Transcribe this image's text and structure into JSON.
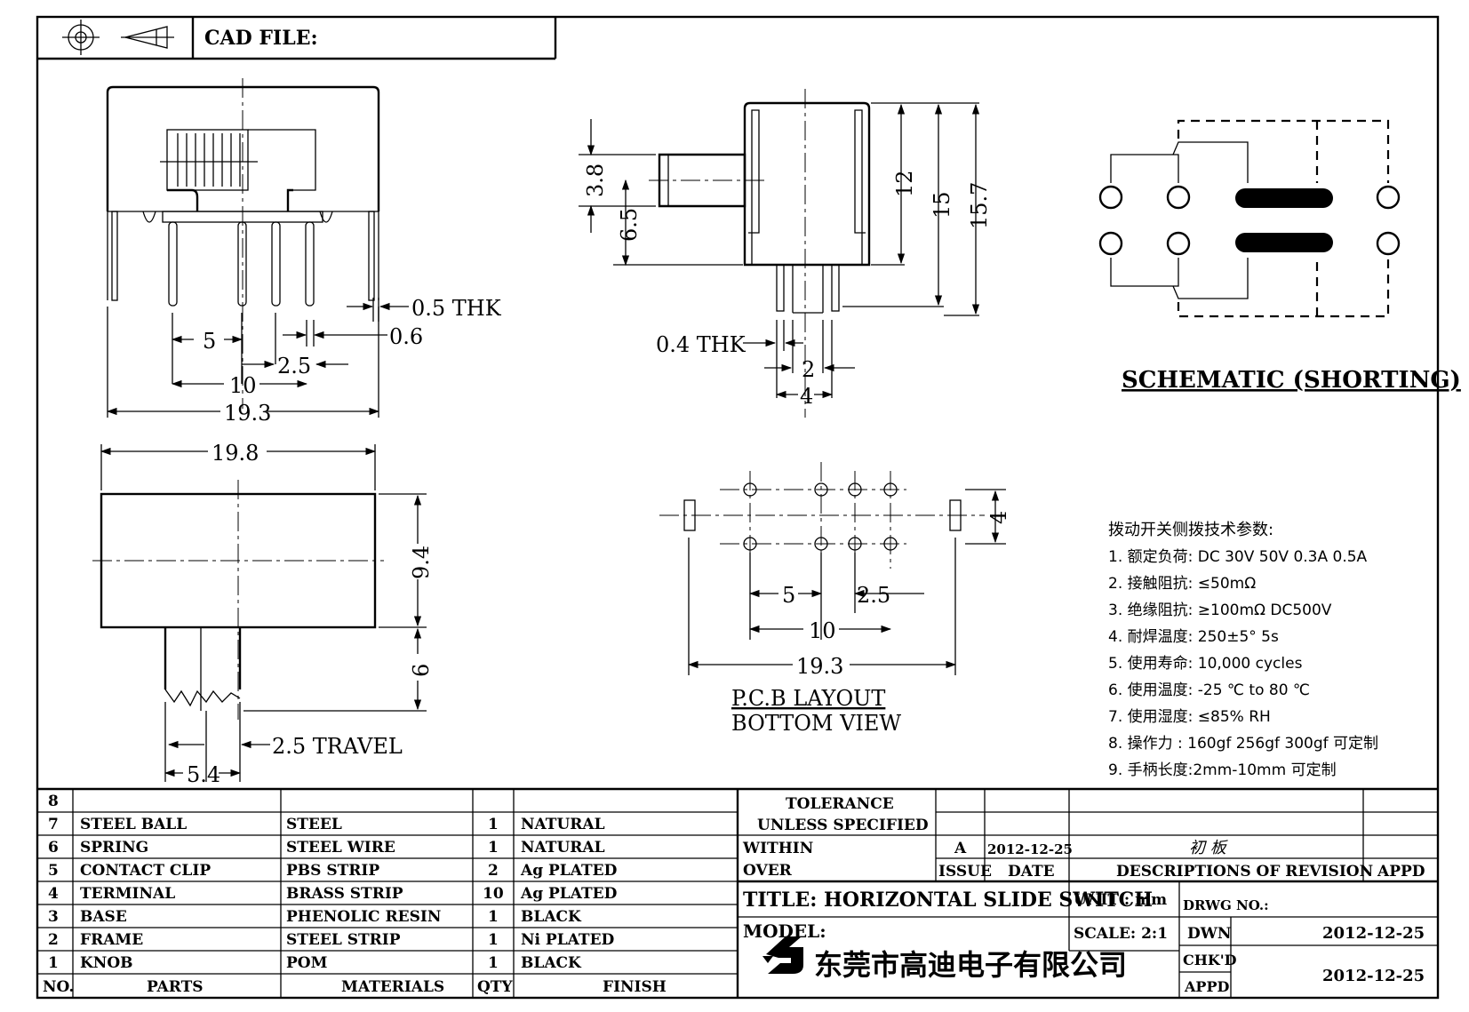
{
  "title_block": {
    "cad_file_label": "CAD FILE:",
    "tolerance_line1": "TOLERANCE",
    "tolerance_line2": "UNLESS  SPECIFIED",
    "within_label": "WITHIN",
    "over_label": "OVER",
    "issue_value": "A",
    "issue_date": "2012-12-25",
    "revision_desc": "初  板",
    "issue_label": "ISSUE",
    "date_label": "DATE",
    "desc_of_revision_label": "DESCRIPTIONS  OF  REVISION",
    "appd_label": "APPD",
    "title": "TITLE:  HORIZONTAL  SLIDE  SWITCH",
    "unit": "UNIT : mm",
    "drwg_no_label": "DRWG  NO.:",
    "model_label": "MODEL:",
    "scale": "SCALE:  2:1",
    "dwn_label": "DWN",
    "dwn_date": "2012-12-25",
    "chkd_label": "CHK'D",
    "appd_row_label": "APPD",
    "chkd_date": "2012-12-25",
    "company": "东莞市高迪电子有限公司"
  },
  "parts_table": {
    "headers": {
      "no": "NO.",
      "parts": "PARTS",
      "materials": "MATERIALS",
      "qty": "QTY",
      "finish": "FINISH"
    },
    "rows": [
      {
        "no": "8",
        "part": "",
        "material": "",
        "qty": "",
        "finish": ""
      },
      {
        "no": "7",
        "part": "STEEL  BALL",
        "material": "STEEL",
        "qty": "1",
        "finish": "NATURAL"
      },
      {
        "no": "6",
        "part": "SPRING",
        "material": "STEEL  WIRE",
        "qty": "1",
        "finish": "NATURAL"
      },
      {
        "no": "5",
        "part": "CONTACT  CLIP",
        "material": "PBS  STRIP",
        "qty": "2",
        "finish": "Ag  PLATED"
      },
      {
        "no": "4",
        "part": "TERMINAL",
        "material": "BRASS  STRIP",
        "qty": "10",
        "finish": "Ag  PLATED"
      },
      {
        "no": "3",
        "part": "BASE",
        "material": "PHENOLIC  RESIN",
        "qty": "1",
        "finish": "BLACK"
      },
      {
        "no": "2",
        "part": "FRAME",
        "material": "STEEL  STRIP",
        "qty": "1",
        "finish": "Ni  PLATED"
      },
      {
        "no": "1",
        "part": "KNOB",
        "material": "POM",
        "qty": "1",
        "finish": "BLACK"
      }
    ]
  },
  "specs": {
    "heading": "拨动开关侧拨技术参数:",
    "items": [
      "1.  额定负荷: DC 30V    50V    0.3A    0.5A",
      "2.  接触阻抗:  ≤50mΩ",
      "3.  绝缘阻抗:  ≥100mΩ   DC500V",
      "4.  耐焊温度: 250±5°  5s",
      "5.  使用寿命: 10,000 cycles",
      "6.  使用温度: -25  ℃  to 80  ℃",
      "7.  使用湿度:  ≤85% RH",
      "8.  操作力 : 160gf    256gf    300gf  可定制",
      "9.  手柄长度:2mm-10mm   可定制"
    ]
  },
  "front_view": {
    "dim_thk": "0.5  THK",
    "dim_pin": "0.6",
    "dim_5": "5",
    "dim_2_5": "2.5",
    "dim_10": "10",
    "dim_19_3": "19.3"
  },
  "side_view": {
    "dim_3_8": "3.8",
    "dim_6_5": "6.5",
    "dim_12": "12",
    "dim_15": "15",
    "dim_15_7": "15.7",
    "dim_thk": "0.4  THK",
    "dim_2": "2",
    "dim_4": "4"
  },
  "top_view": {
    "dim_19_8": "19.8",
    "dim_9_4": "9.4",
    "dim_6": "6",
    "dim_travel": "2.5  TRAVEL",
    "dim_5_4": "5.4"
  },
  "pcb_layout": {
    "dim_4": "4",
    "dim_5": "5",
    "dim_2_5": "2.5",
    "dim_10": "10",
    "dim_19_3": "19.3",
    "label1": "P.C.B  LAYOUT",
    "label2": "BOTTOM  VIEW"
  },
  "schematic": {
    "label": "SCHEMATIC  (SHORTING)"
  }
}
